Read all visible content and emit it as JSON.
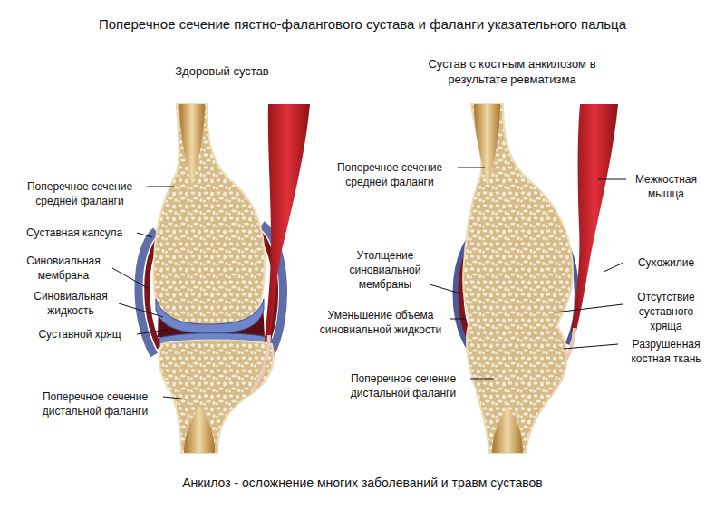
{
  "diagram": {
    "title": "Поперечное сечение пястно-фалангового сустава и фаланги указательного пальца",
    "caption": "Анкилоз - осложнение многих заболеваний и травм суставов",
    "labels": [
      "Здоровый сустав",
      "Сустав с костным анкилозом в результате ревматизма",
      "Поперечное сечение средней фаланги",
      "Суставная капсула",
      "Синовиальная мембрана",
      "Синовиальная жидкость",
      "Суставной хрящ",
      "Поперечное сечение дистальной фаланги",
      "Поперечное сечение средней фаланги",
      "Утолщение синовиальной мембраны",
      "Уменьшение объема синовиальной жидкости",
      "Поперечное сечение дистальной фаланги",
      "Межкостная мышца",
      "Сухожилие",
      "Отсутствие суставного хряща",
      "Разрушенная костная ткань"
    ]
  }
}
